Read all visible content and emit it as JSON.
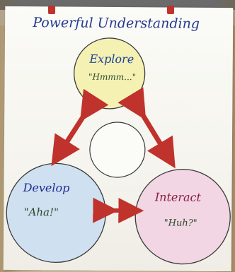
{
  "poster": {
    "title": "Powerful Understanding",
    "circles": {
      "explore": {
        "label": "Explore",
        "quote": "\"Hmmm...\"",
        "fill": "#f4f1b2",
        "label_color": "#1d3f9c"
      },
      "develop": {
        "label": "Develop",
        "quote": "\"Aha!\"",
        "fill": "#cfe0f1",
        "label_color": "#1e2d8f"
      },
      "interact": {
        "label": "Interact",
        "quote": "\"Huh?\"",
        "fill": "#f2d6e3",
        "label_color": "#8a1b3c"
      },
      "center": {
        "fill": "#fbfbf7"
      }
    },
    "colors": {
      "title": "#233a8f",
      "quote": "#2b4a2c",
      "arrow": "#c0322c",
      "outline": "#3a3a3a"
    }
  }
}
